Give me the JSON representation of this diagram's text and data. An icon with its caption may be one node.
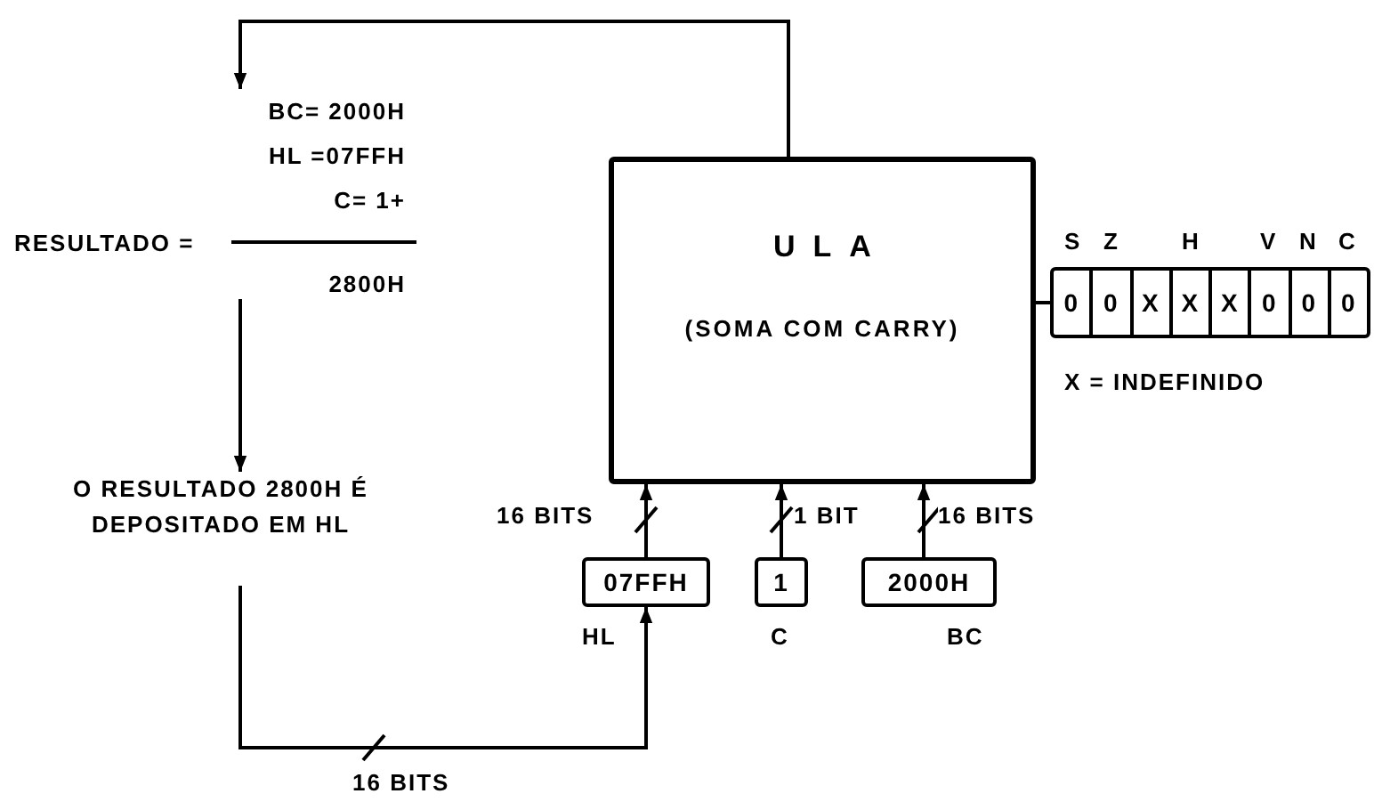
{
  "diagram": {
    "nodes": [
      {
        "text": [
          "ULA",
          "(SOMA COM CARRY)"
        ]
      },
      {
        "text": [
          "BC= 2000H",
          "HL =07FFH",
          "C= 1+",
          "RESULTADO =",
          "2800H"
        ]
      },
      {
        "text": [
          "O RESULTADO 2800H É DEPOSITADO EM HL"
        ]
      },
      {
        "text": [
          "07FFH"
        ],
        "beside": [
          "HL"
        ]
      },
      {
        "text": [
          "1"
        ],
        "beside": [
          "C"
        ]
      },
      {
        "text": [
          "2000H"
        ],
        "beside": [
          "BC"
        ]
      },
      {
        "text": [
          "0",
          "0",
          "X",
          "X",
          "X",
          "0",
          "0",
          "0"
        ]
      }
    ],
    "edges": [
      {
        "from": 0,
        "to": 1,
        "arrow": "to"
      },
      {
        "from": 1,
        "to": 2,
        "arrow": "to"
      },
      {
        "from": 2,
        "to": 3,
        "arrow": "to",
        "label": "16 BITS"
      },
      {
        "from": 3,
        "to": 0,
        "arrow": "to",
        "label": "16 BITS"
      },
      {
        "from": 4,
        "to": 0,
        "arrow": "to",
        "label": "1 BIT"
      },
      {
        "from": 5,
        "to": 0,
        "arrow": "to",
        "label": "16 BITS"
      },
      {
        "from": 0,
        "to": 6,
        "arrow": "none"
      }
    ],
    "labels": [
      "S",
      "Z",
      "H",
      "V",
      "N",
      "C",
      "X = INDEFINIDO"
    ]
  }
}
